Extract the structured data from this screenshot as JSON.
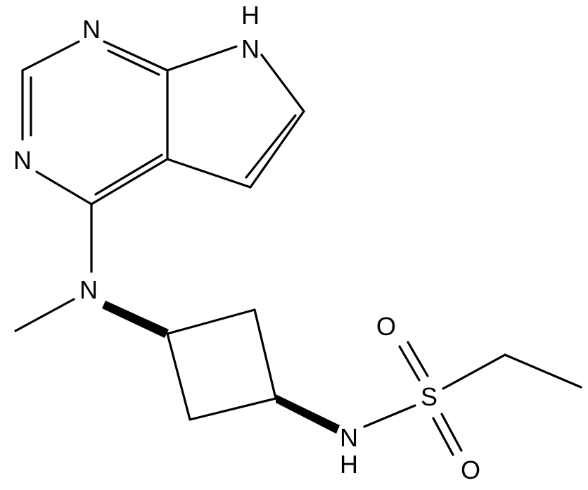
{
  "molecule": {
    "atoms": {
      "n1": "N",
      "n3": "N",
      "n7": "N",
      "h7": "H",
      "n_amine": "N",
      "nh_n": "N",
      "nh_h": "H",
      "s": "S",
      "o_top": "O",
      "o_bottom": "O"
    }
  }
}
